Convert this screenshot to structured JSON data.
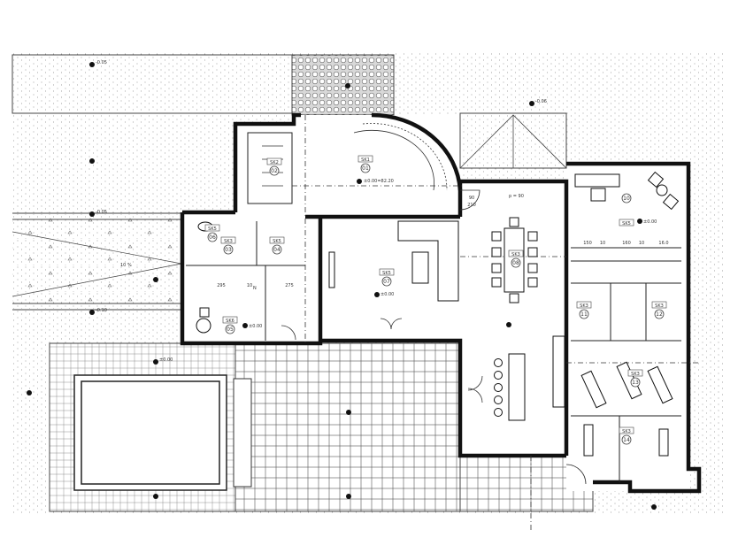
{
  "plan": {
    "levels": {
      "entry": "±0.00=82.20",
      "living": "±0.00",
      "office": "±0.00",
      "bath": "±0.00",
      "top_walk": "-0.05",
      "drive_top": "-0.05",
      "drive_bottom": "-0.10",
      "terrace_top": "±0.00",
      "front": "-0.06"
    },
    "slope": "10 %",
    "door_width": "p = 90",
    "dimensions": [
      "150",
      "10",
      "160",
      "10",
      "16.0",
      "295",
      "10",
      "275",
      "90",
      "210"
    ],
    "north_mark": "N",
    "rooms": [
      {
        "num": "01",
        "code": "SK1"
      },
      {
        "num": "02",
        "code": "SK2"
      },
      {
        "num": "03",
        "code": "SK3"
      },
      {
        "num": "04",
        "code": "SK5"
      },
      {
        "num": "05",
        "code": "SK6"
      },
      {
        "num": "06",
        "code": "SK5"
      },
      {
        "num": "07",
        "code": "SK5"
      },
      {
        "num": "08",
        "code": "SK3"
      },
      {
        "num": "10",
        "code": "SK5"
      },
      {
        "num": "11",
        "code": "SK3"
      },
      {
        "num": "12",
        "code": "SK3"
      },
      {
        "num": "13",
        "code": "SK3"
      },
      {
        "num": "14",
        "code": "SK3"
      }
    ]
  }
}
